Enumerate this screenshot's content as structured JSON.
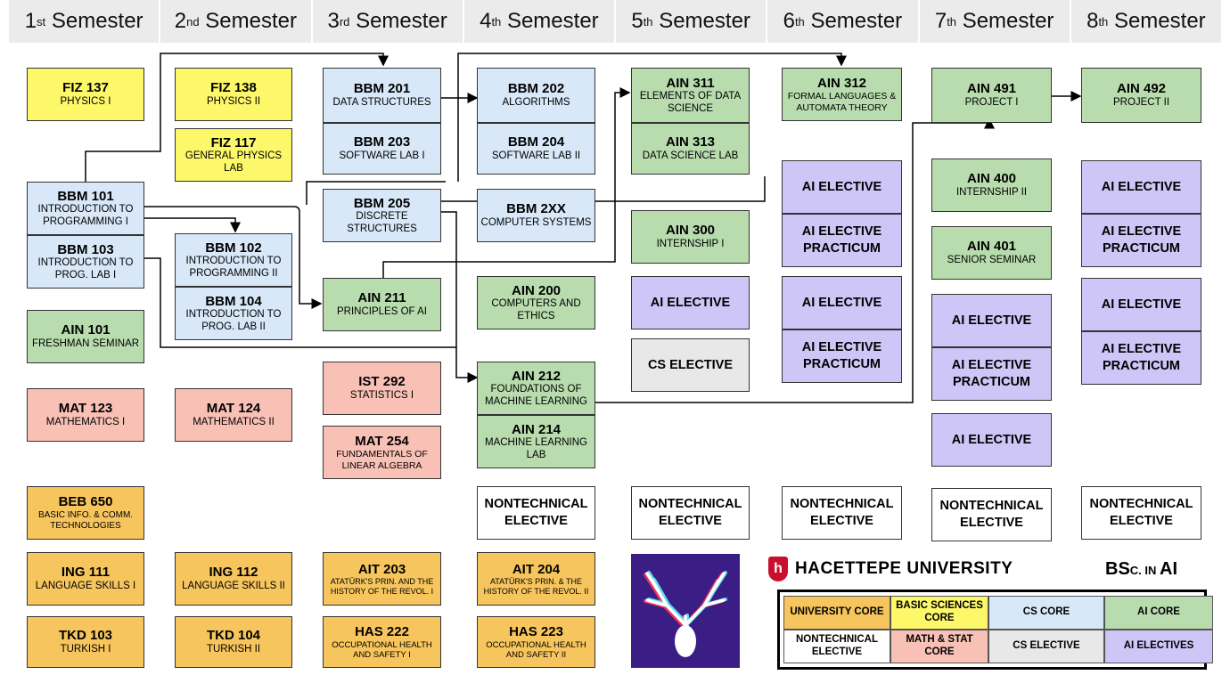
{
  "semesters": [
    {
      "num": "1",
      "sup": "st",
      "word": "Semester"
    },
    {
      "num": "2",
      "sup": "nd",
      "word": "Semester"
    },
    {
      "num": "3",
      "sup": "rd",
      "word": "Semester"
    },
    {
      "num": "4",
      "sup": "th",
      "word": "Semester"
    },
    {
      "num": "5",
      "sup": "th",
      "word": "Semester"
    },
    {
      "num": "6",
      "sup": "th",
      "word": "Semester"
    },
    {
      "num": "7",
      "sup": "th",
      "word": "Semester"
    },
    {
      "num": "8",
      "sup": "th",
      "word": "Semester"
    }
  ],
  "courses": {
    "fiz137": {
      "code": "FIZ 137",
      "title": "PHYSICS I"
    },
    "fiz138": {
      "code": "FIZ 138",
      "title": "PHYSICS II"
    },
    "fiz117": {
      "code": "FIZ 117",
      "title": "GENERAL PHYSICS LAB"
    },
    "bbm101": {
      "code": "BBM 101",
      "title": "INTRODUCTION TO PROGRAMMING I"
    },
    "bbm103": {
      "code": "BBM 103",
      "title": "INTRODUCTION TO PROG. LAB I"
    },
    "bbm102": {
      "code": "BBM 102",
      "title": "INTRODUCTION TO PROGRAMMING II"
    },
    "bbm104": {
      "code": "BBM 104",
      "title": "INTRODUCTION TO PROG. LAB II"
    },
    "ain101": {
      "code": "AIN 101",
      "title": "FRESHMAN SEMINAR"
    },
    "mat123": {
      "code": "MAT 123",
      "title": "MATHEMATICS I"
    },
    "mat124": {
      "code": "MAT 124",
      "title": "MATHEMATICS II"
    },
    "beb650": {
      "code": "BEB 650",
      "title": "BASIC INFO. & COMM. TECHNOLOGIES"
    },
    "ing111": {
      "code": "ING 111",
      "title": "LANGUAGE SKILLS I"
    },
    "ing112": {
      "code": "ING 112",
      "title": "LANGUAGE SKILLS II"
    },
    "tkd103": {
      "code": "TKD 103",
      "title": "TURKISH I"
    },
    "tkd104": {
      "code": "TKD 104",
      "title": "TURKISH II"
    },
    "bbm201": {
      "code": "BBM 201",
      "title": "DATA STRUCTURES"
    },
    "bbm203": {
      "code": "BBM 203",
      "title": "SOFTWARE LAB I"
    },
    "bbm205": {
      "code": "BBM 205",
      "title": "DISCRETE STRUCTURES"
    },
    "ain211": {
      "code": "AIN 211",
      "title": "PRINCIPLES OF AI"
    },
    "ist292": {
      "code": "IST 292",
      "title": "STATISTICS I"
    },
    "mat254": {
      "code": "MAT 254",
      "title": "FUNDAMENTALS OF LINEAR ALGEBRA"
    },
    "ait203": {
      "code": "AIT 203",
      "title": "ATATÜRK'S PRIN. AND THE HISTORY OF THE REVOL. I"
    },
    "has222": {
      "code": "HAS 222",
      "title": "OCCUPATIONAL HEALTH AND SAFETY I"
    },
    "bbm202": {
      "code": "BBM 202",
      "title": "ALGORITHMS"
    },
    "bbm204": {
      "code": "BBM 204",
      "title": "SOFTWARE LAB II"
    },
    "bbm2xx": {
      "code": "BBM 2XX",
      "title": "COMPUTER SYSTEMS"
    },
    "ain200": {
      "code": "AIN 200",
      "title": "COMPUTERS AND ETHICS"
    },
    "ain212": {
      "code": "AIN 212",
      "title": "FOUNDATIONS OF MACHINE LEARNING"
    },
    "ain214": {
      "code": "AIN 214",
      "title": "MACHINE LEARNING LAB"
    },
    "ait204": {
      "code": "AIT 204",
      "title": "ATATÜRK'S PRIN. & THE HISTORY OF THE REVOL. II"
    },
    "has223": {
      "code": "HAS 223",
      "title": "OCCUPATIONAL HEALTH AND SAFETY II"
    },
    "ain311": {
      "code": "AIN 311",
      "title": "ELEMENTS OF DATA SCIENCE"
    },
    "ain313": {
      "code": "AIN 313",
      "title": "DATA SCIENCE LAB"
    },
    "ain300": {
      "code": "AIN 300",
      "title": "INTERNSHIP I"
    },
    "ain312": {
      "code": "AIN 312",
      "title": "FORMAL LANGUAGES & AUTOMATA THEORY"
    },
    "ain491": {
      "code": "AIN 491",
      "title": "PROJECT I"
    },
    "ain400": {
      "code": "AIN 400",
      "title": "INTERNSHIP II"
    },
    "ain401": {
      "code": "AIN 401",
      "title": "SENIOR SEMINAR"
    },
    "ain492": {
      "code": "AIN 492",
      "title": "PROJECT II"
    }
  },
  "labels": {
    "ai_elective": "AI ELECTIVE",
    "ai_elective_practicum": "AI ELECTIVE PRACTICUM",
    "cs_elective": "CS ELECTIVE",
    "nontechnical_elective": "NONTECHNICAL ELECTIVE"
  },
  "university": "HACETTEPE UNIVERSITY",
  "degree": {
    "prefix": "BS",
    "small": "C. IN ",
    "suffix": "AI"
  },
  "legend": [
    {
      "label": "UNIVERSITY CORE",
      "color": "#f7c55d"
    },
    {
      "label": "BASIC SCIENCES CORE",
      "color": "#fdf76a"
    },
    {
      "label": "CS CORE",
      "color": "#d8e8f8"
    },
    {
      "label": "AI CORE",
      "color": "#b8dcae"
    },
    {
      "label": "NONTECHNICAL ELECTIVE",
      "color": "#ffffff"
    },
    {
      "label": "MATH & STAT CORE",
      "color": "#f9c1b6"
    },
    {
      "label": "CS ELECTIVE",
      "color": "#e8e8e8"
    },
    {
      "label": "AI ELECTIVES",
      "color": "#cfc6f8"
    }
  ],
  "colors": {
    "university_core": "#f7c55d",
    "basic_sciences": "#fdf76a",
    "cs_core": "#d8e8f8",
    "ai_core": "#b8dcae",
    "math_stat": "#f9c1b6",
    "ai_elective": "#cfc6f8",
    "cs_elective": "#e8e8e8",
    "nontechnical": "#ffffff",
    "header": "#ebebeb",
    "logo_bg": "#3b1e85"
  },
  "logo": {
    "icon": "deer-antler-icon"
  }
}
